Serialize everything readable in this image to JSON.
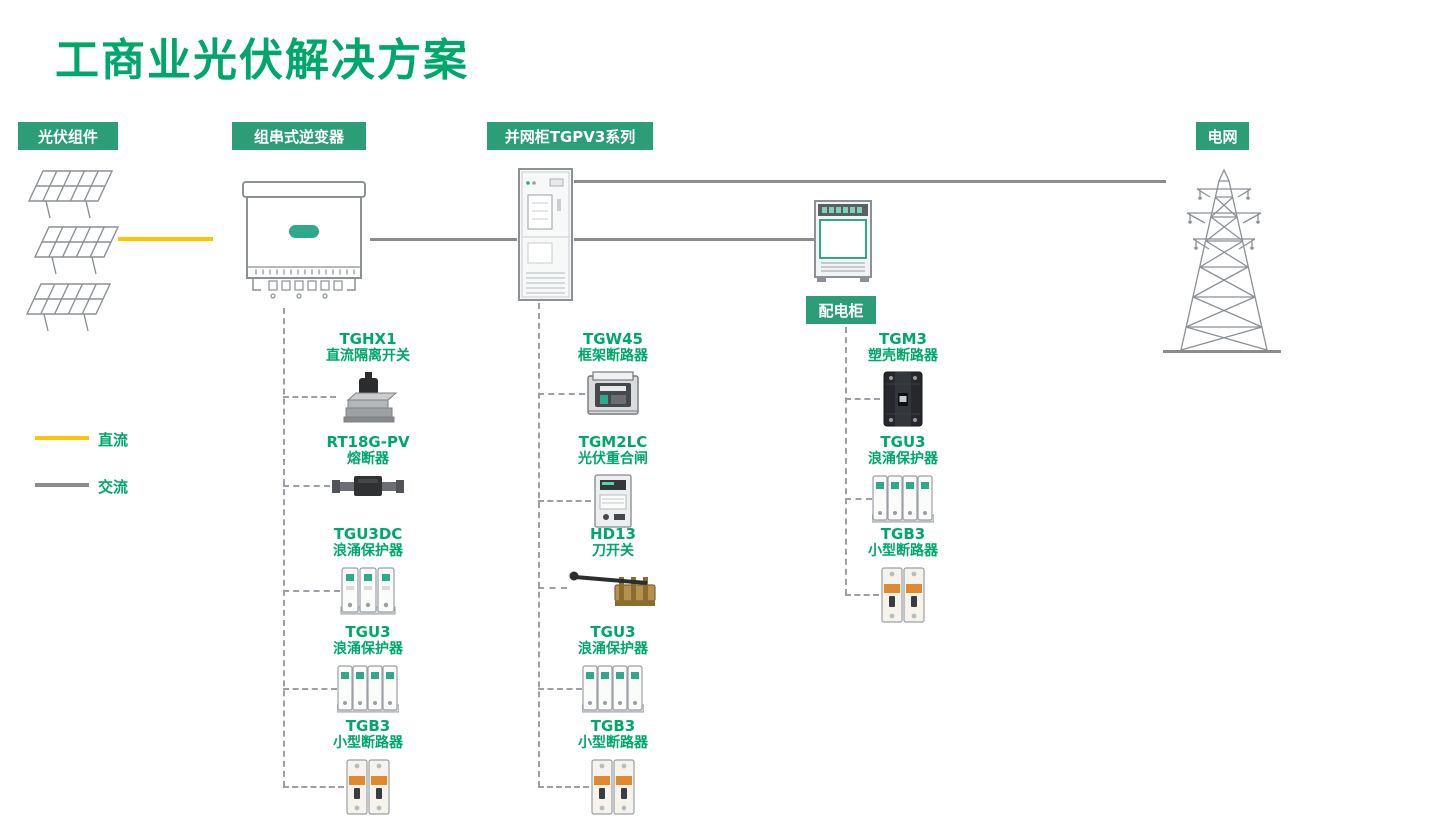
{
  "page": {
    "title": "工商业光伏解决方案"
  },
  "colors": {
    "brand_green": "#00A76B",
    "badge_green": "#2B9E78",
    "accent_green": "#2EA98C",
    "dc_yellow": "#FFC600",
    "ac_gray": "#8C8C8C",
    "dash_gray": "#9AA0A6",
    "drawing_gray": "#8B9196"
  },
  "badges": {
    "pv_modules": "光伏组件",
    "string_inverter": "组串式逆变器",
    "grid_cabinet": "并网柜TGPV3系列",
    "power_grid": "电网",
    "distribution_cabinet": "配电柜"
  },
  "legend": {
    "dc": "直流",
    "ac": "交流"
  },
  "columns": {
    "inverter": {
      "items": [
        {
          "model": "TGHX1",
          "desc": "直流隔离开关"
        },
        {
          "model": "RT18G-PV",
          "desc": "熔断器"
        },
        {
          "model": "TGU3DC",
          "desc": "浪涌保护器"
        },
        {
          "model": "TGU3",
          "desc": "浪涌保护器"
        },
        {
          "model": "TGB3",
          "desc": "小型断路器"
        }
      ]
    },
    "grid_cabinet": {
      "items": [
        {
          "model": "TGW45",
          "desc": "框架断路器"
        },
        {
          "model": "TGM2LC",
          "desc": "光伏重合闸"
        },
        {
          "model": "HD13",
          "desc": "刀开关"
        },
        {
          "model": "TGU3",
          "desc": "浪涌保护器"
        },
        {
          "model": "TGB3",
          "desc": "小型断路器"
        }
      ]
    },
    "distribution": {
      "items": [
        {
          "model": "TGM3",
          "desc": "塑壳断路器"
        },
        {
          "model": "TGU3",
          "desc": "浪涌保护器"
        },
        {
          "model": "TGB3",
          "desc": "小型断路器"
        }
      ]
    }
  }
}
